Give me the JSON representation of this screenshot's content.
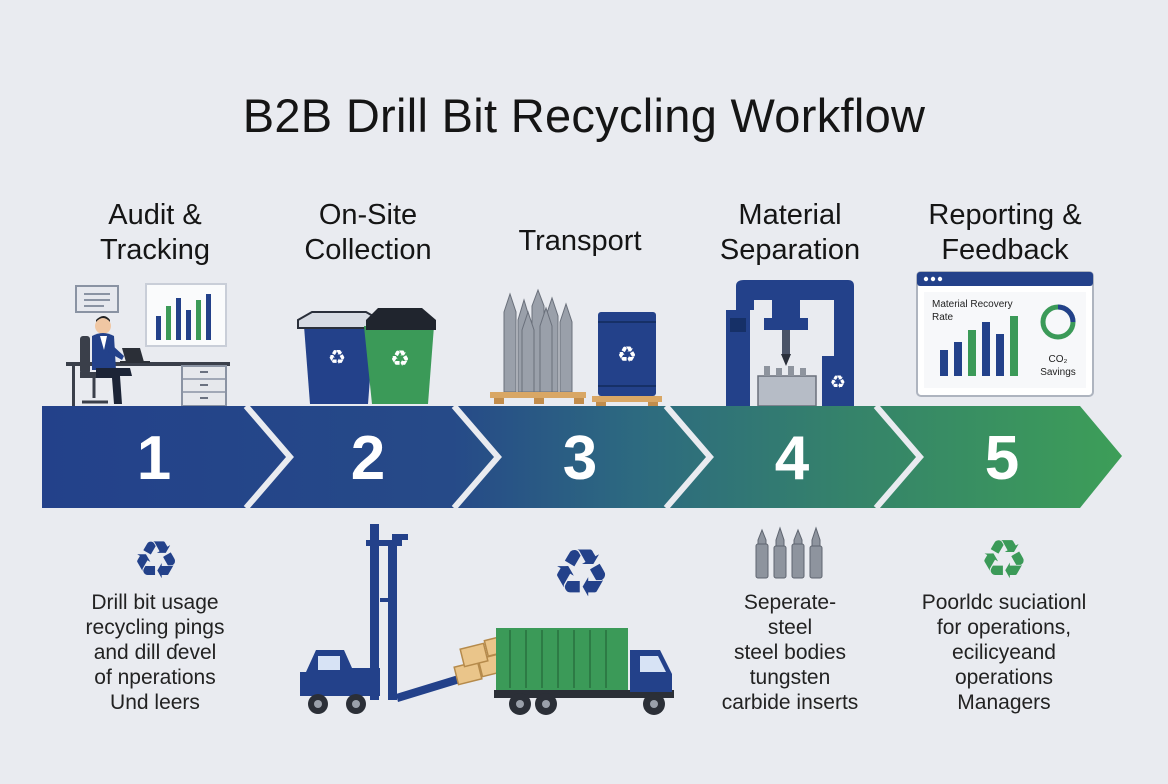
{
  "title": "B2B Drill Bit Recycling Workflow",
  "colors": {
    "navy": "#23418a",
    "teal": "#2f6f7f",
    "green": "#3b9a58",
    "bg": "#e9ebf0"
  },
  "steps": [
    {
      "number": "1",
      "title": "Audit & Tracking",
      "title_lines": [
        "Audit &",
        "Tracking"
      ],
      "icon": "office-desk-icon",
      "bottom_icon": "recycle-icon",
      "description_lines": [
        "Drill bit usage",
        "recycling pings",
        "and dill ɗevel",
        "of nperations",
        "Und leers"
      ]
    },
    {
      "number": "2",
      "title": "On-Site Collection",
      "title_lines": [
        "On-Site",
        "Collection"
      ],
      "icon": "recycling-bins-icon",
      "bottom_icon": "forklift-truck-icon",
      "description_lines": []
    },
    {
      "number": "3",
      "title": "Transport",
      "title_lines": [
        "Transport"
      ],
      "icon": "drill-bits-pallet-icon",
      "bottom_icon": "recycle-icon",
      "description_lines": []
    },
    {
      "number": "4",
      "title": "Material Separation",
      "title_lines": [
        "Material",
        "Separation"
      ],
      "icon": "separation-machine-icon",
      "bottom_icon": "drill-bits-icon",
      "description_lines": [
        "Seperate-",
        "steel",
        "steel bodies",
        "tungsten",
        "carbide inserts"
      ]
    },
    {
      "number": "5",
      "title": "Reporting & Feedback",
      "title_lines": [
        "Reporting &",
        "Feedback"
      ],
      "icon": "dashboard-icon",
      "bottom_icon": "recycle-icon",
      "description_lines": [
        "Poorldc suciationl",
        "for operations,",
        "ecilicyeand",
        "operations",
        "Managers"
      ],
      "dashboard": {
        "metric_label_lines": [
          "Material Recovery",
          "Rate"
        ],
        "co2_label": "CO₂",
        "savings_label": "Savings"
      }
    }
  ]
}
